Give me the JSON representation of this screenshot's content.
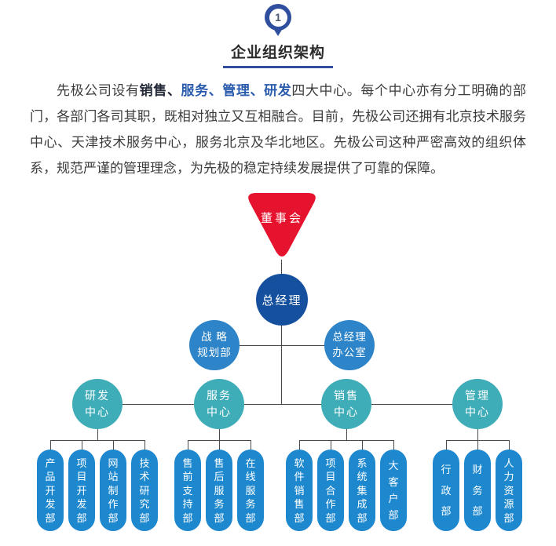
{
  "page": {
    "badge_number": "1",
    "title": "企业组织架构"
  },
  "paragraph": {
    "lead": "先极公司设有",
    "highlight_dark": "销售、",
    "highlight_blue": "服务、管理、研发",
    "body": "四大中心。每个中心亦有分工明确的部门，各部门各司其职，既相对独立又互相融合。目前，先极公司还拥有北京技术服务中心、天津技术服务中心，服务北京及华北地区。先极公司这种严密高效的组织体系，规范严谨的管理理念，为先极的稳定持续发展提供了可靠的保障。"
  },
  "org_chart": {
    "board": "董事会",
    "general_manager": "总经理",
    "staff_nodes": [
      {
        "name": "战略规划部",
        "lines": [
          "战 略",
          "规划部"
        ]
      },
      {
        "name": "总经理办公室",
        "lines": [
          "总经理",
          "办公室"
        ]
      }
    ],
    "centers": [
      {
        "name": "研发中心",
        "lines": [
          "研发",
          "中心"
        ]
      },
      {
        "name": "服务中心",
        "lines": [
          "服务",
          "中心"
        ]
      },
      {
        "name": "销售中心",
        "lines": [
          "销售",
          "中心"
        ]
      },
      {
        "name": "管理中心",
        "lines": [
          "管理",
          "中心"
        ]
      }
    ],
    "departments": [
      {
        "center": "研发中心",
        "items": [
          "产品开发部",
          "项目开发部",
          "网站制作部",
          "技术研究部"
        ]
      },
      {
        "center": "服务中心",
        "items": [
          "售前支持部",
          "售后服务部",
          "在线服务部"
        ]
      },
      {
        "center": "销售中心",
        "items": [
          "软件销售部",
          "项目合作部",
          "系统集成部",
          "大客户部"
        ]
      },
      {
        "center": "管理中心",
        "items": [
          "行政部",
          "财务部",
          "人力资源部"
        ]
      }
    ]
  },
  "colors": {
    "board_red": "#e6132e",
    "gm_blue": "#15509e",
    "staff_blue": "#2e84c8",
    "center_teal": "#3fadb8",
    "department_blue": "#1e88cf",
    "accent_navy": "#2f4f9e",
    "line_gray": "#4a4a4a"
  }
}
